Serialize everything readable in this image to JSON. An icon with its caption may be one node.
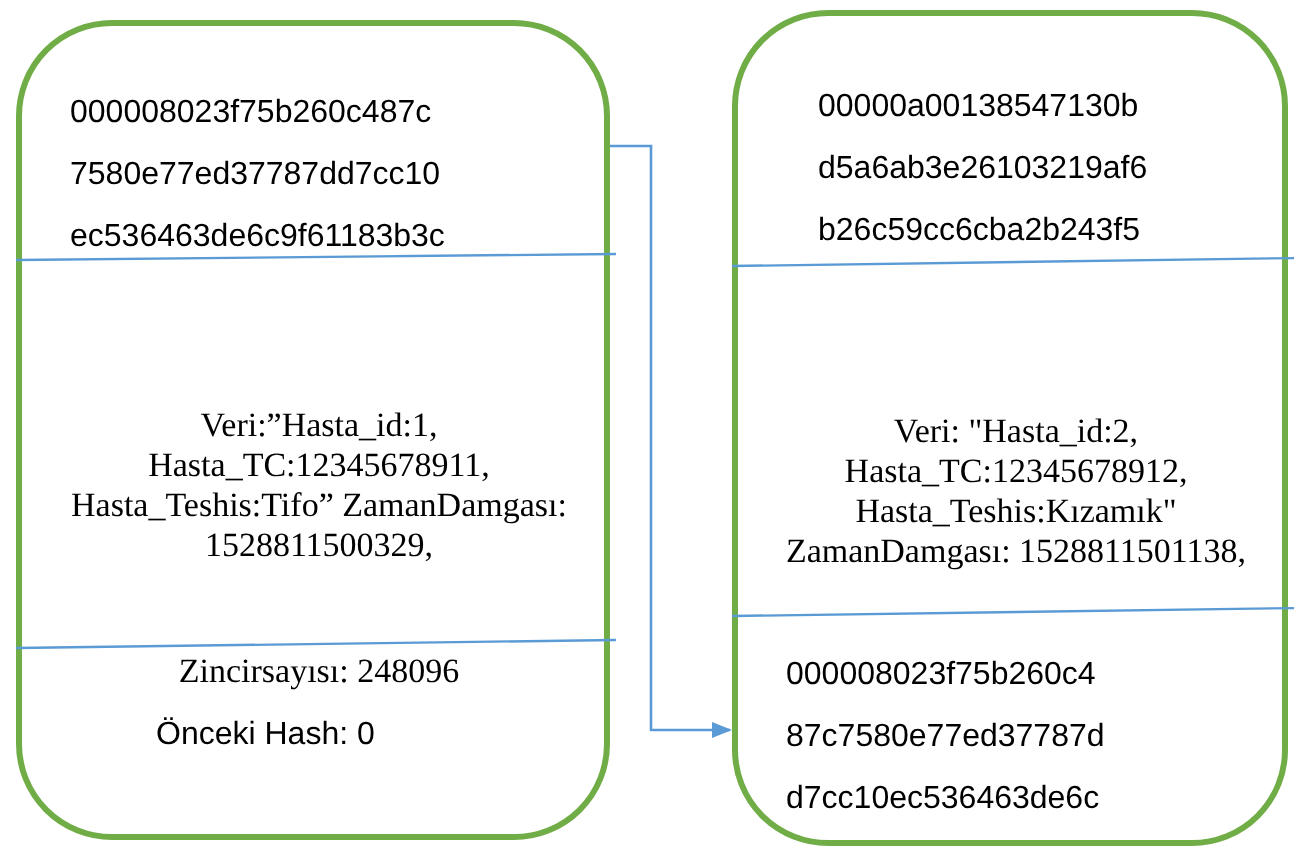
{
  "diagram": {
    "nodes": [
      {
        "text": [
          "000008023f75b260c487c 7580e77ed37787dd7cc10 ec536463de6c9f61183b3c",
          "Veri:”Hasta_id:1, Hasta_TC:12345678911, Hasta_Teshis:Tifo” ZamanDamgası: 1528811500329,",
          "Zincirsayısı: 248096",
          "Önceki Hash: 0"
        ]
      },
      {
        "text": [
          "00000a00138547130b d5a6ab3e26103219af6 b26c59cc6cba2b243f5",
          "Veri: \"Hasta_id:2, Hasta_TC:12345678912, Hasta_Teshis:Kızamık\" ZamanDamgası: 1528811501138,",
          "000008023f75b260c4 87c7580e77ed37787d d7cc10ec536463de6c"
        ]
      }
    ],
    "edges": [
      {
        "from": 0,
        "to": 1,
        "arrow": "to"
      }
    ]
  }
}
